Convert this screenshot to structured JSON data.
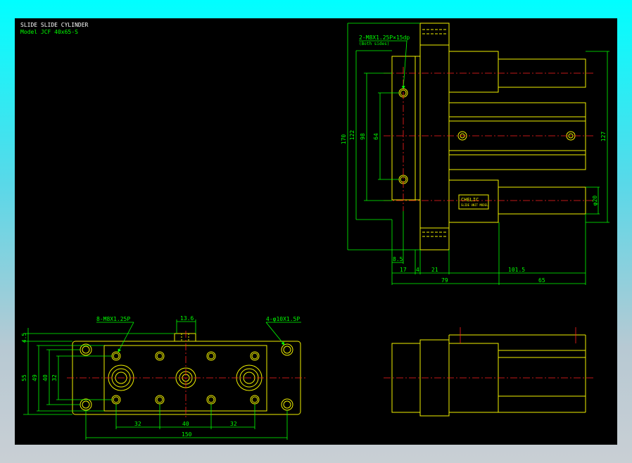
{
  "title_block": {
    "title": "SLIDE SLIDE CYLINDER",
    "model": "Model  JCF 40x65-S"
  },
  "side_view": {
    "callout_thread": "2-M8X1.25P×15dp",
    "callout_note": "(Both sides)",
    "dims": {
      "h170": "170",
      "h122": "122",
      "h98": "98",
      "h64": "64",
      "h127": "127",
      "dia20": "φ20",
      "d85": "8.5",
      "d17": "17",
      "d4": "4",
      "d21": "21",
      "d1015": "101.5",
      "d79": "79",
      "d65": "65"
    },
    "nameplate_brand": "CHELIC",
    "nameplate_small": "SLIDE UNIT MODEL"
  },
  "plan_view": {
    "callout_left": "8-M8X1.25P",
    "callout_right": "4-φ10X1.5P",
    "dims": {
      "w136": "13.6",
      "h45": "4.5",
      "h55": "55",
      "h49": "49",
      "h40": "40",
      "h32": "32",
      "b32a": "32",
      "b40": "40",
      "b32b": "32",
      "b150": "150"
    }
  },
  "colors": {
    "background_top": "#00ffff",
    "background_bottom": "#c9cfd4",
    "drawing_bg": "#000000",
    "outline": "#f0f000",
    "dimension": "#00ff00",
    "centerline": "#ff2020",
    "title_text": "#ffffff"
  }
}
